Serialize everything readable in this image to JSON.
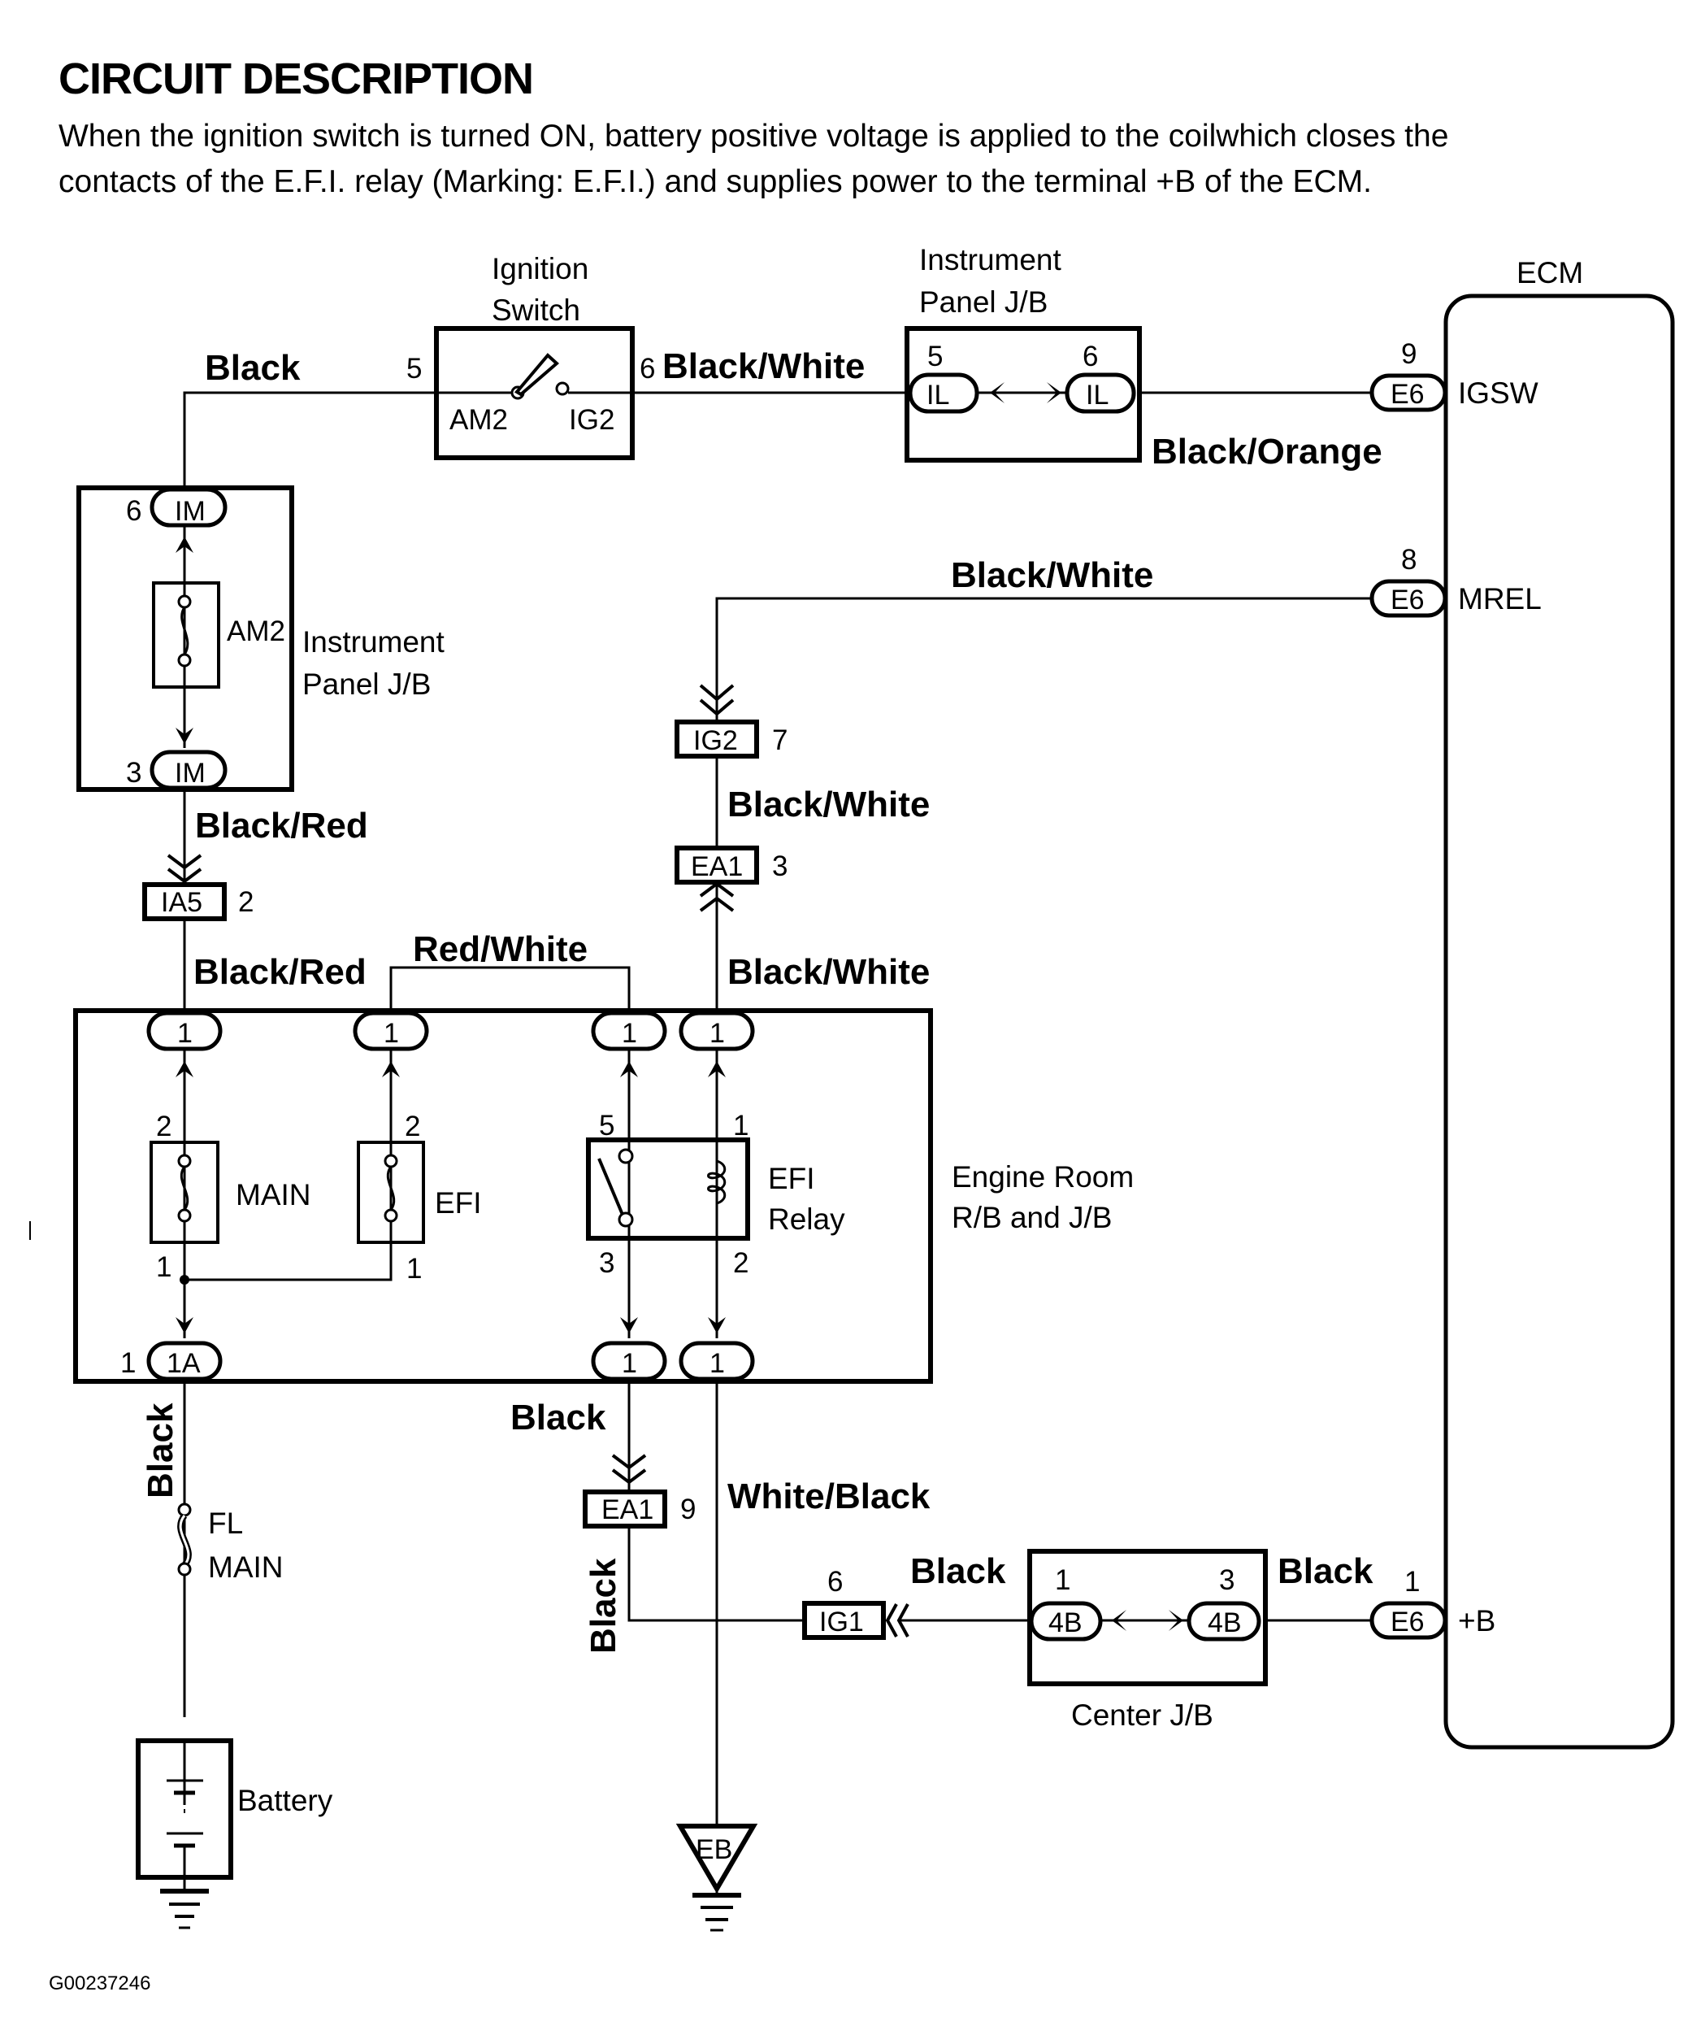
{
  "header": {
    "title": "CIRCUIT DESCRIPTION",
    "description_line1": "When the ignition switch is turned ON, battery positive voltage is applied to the coilwhich closes the",
    "description_line2": "contacts  of the E.F.I. relay (Marking: E.F.I.) and supplies power to the terminal +B of the ECM."
  },
  "components": {
    "ignition_switch": {
      "label_line1": "Ignition",
      "label_line2": "Switch",
      "pin_in": "5",
      "pin_out": "6",
      "term_in": "AM2",
      "term_out": "IG2"
    },
    "ip_jb_top": {
      "label_line1": "Instrument",
      "label_line2": "Panel J/B",
      "conn_left": "IL",
      "conn_right": "IL",
      "pin_left": "5",
      "pin_right": "6"
    },
    "ip_jb_left": {
      "label_line1": "Instrument",
      "label_line2": "Panel J/B",
      "fuse": "AM2",
      "conn_top": "IM",
      "conn_bottom": "IM",
      "pin_top": "6",
      "pin_bottom": "3"
    },
    "ecm": {
      "label": "ECM",
      "terminals": [
        {
          "pin": "9",
          "connector": "E6",
          "name": "IGSW"
        },
        {
          "pin": "8",
          "connector": "E6",
          "name": "MREL"
        },
        {
          "pin": "1",
          "connector": "E6",
          "name": "+B"
        }
      ]
    },
    "engine_room_jb": {
      "label_line1": "Engine Room",
      "label_line2": "R/B and J/B",
      "top_connectors": [
        "1",
        "1",
        "1",
        "1"
      ],
      "bottom_connectors": [
        "1A",
        "1",
        "1"
      ],
      "bottom_left_pin": "1",
      "main_fuse": {
        "label": "MAIN",
        "pin_top": "2",
        "pin_bottom": "1"
      },
      "efi_fuse": {
        "label": "EFI",
        "pin_top": "2",
        "pin_bottom": "1"
      },
      "efi_relay": {
        "label_line1": "EFI",
        "label_line2": "Relay",
        "pin_5": "5",
        "pin_1": "1",
        "pin_3": "3",
        "pin_2": "2"
      }
    },
    "center_jb": {
      "label": "Center J/B",
      "conn_left": "4B",
      "conn_right": "4B",
      "pin_left": "1",
      "pin_right": "3"
    },
    "fl_main": {
      "label_line1": "FL",
      "label_line2": "MAIN"
    },
    "battery": {
      "label": "Battery"
    },
    "ground_eb": {
      "label": "EB"
    }
  },
  "connectors": {
    "ia5": {
      "name": "IA5",
      "pin": "2"
    },
    "ig2": {
      "name": "IG2",
      "pin": "7"
    },
    "ea1_upper": {
      "name": "EA1",
      "pin": "3"
    },
    "ea1_lower": {
      "name": "EA1",
      "pin": "9"
    },
    "ig1": {
      "name": "IG1",
      "pin": "6"
    }
  },
  "wire_colors": {
    "batt_to_ign": "Black",
    "ign_to_ipjb": "Black/White",
    "ipjb_to_ecm": "Black/Orange",
    "mrel": "Black/White",
    "ig2_to_ea1": "Black/White",
    "ea1_to_relay": "Black/White",
    "ipjb_to_ia5": "Black/Red",
    "ia5_to_main": "Black/Red",
    "efi_jumper": "Red/White",
    "fl_main_wire": "Black",
    "relay_to_ea1": "Black",
    "ea1_to_ig1": "Black",
    "relay_ground": "White/Black",
    "ig1_to_centerjb": "Black",
    "centerjb_to_ecm": "Black"
  },
  "figure_id": "G00237246"
}
